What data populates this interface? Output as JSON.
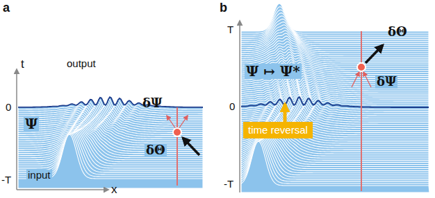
{
  "diagram": {
    "nodes": [
      {
        "text": [
          "time reversal"
        ]
      }
    ],
    "labels": [
      "a",
      "t",
      "0",
      "-T",
      "x",
      "output",
      "Ψ",
      "δΨ",
      "δΘ",
      "input",
      "b",
      "T",
      "0",
      "-T",
      "Ψ ↦ Ψ*",
      "δΨ",
      "δΘ"
    ]
  }
}
